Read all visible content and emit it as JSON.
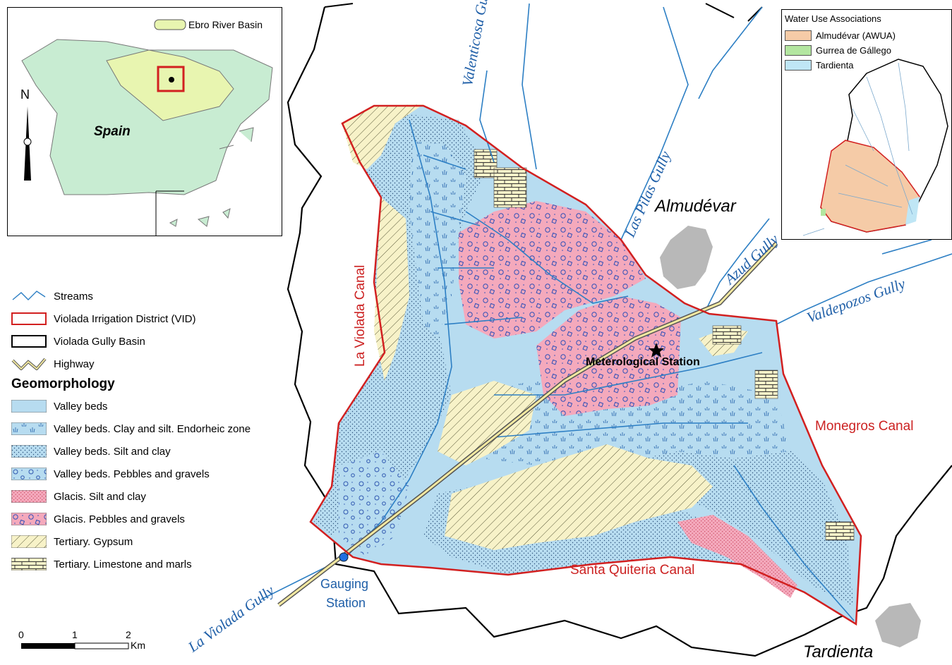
{
  "colors": {
    "valley": "#b7dcf0",
    "glacis": "#f4a9bc",
    "gypsum": "#f7f2c8",
    "district": "#d22020",
    "stream": "#2d7fc4",
    "awua": "#f5cba7",
    "gurrea": "#b3e6a0",
    "tardienta_wua": "#bfe6f5",
    "spain": "#c8ecd2",
    "ebro": "#e8f5b0",
    "urban": "#b8b8b8"
  },
  "locator": {
    "ebro_label": "Ebro River Basin",
    "spain_label": "Spain",
    "north_label": "N"
  },
  "wua": {
    "title": "Water Use Associations",
    "items": [
      "Almudévar (AWUA)",
      "Gurrea de Gállego",
      "Tardienta"
    ]
  },
  "legend": {
    "lines": [
      "Streams",
      "Violada Irrigation District (VID)",
      "Violada Gully Basin",
      "Highway"
    ],
    "geomorph_title": "Geomorphology",
    "units": [
      "Valley beds",
      "Valley beds. Clay and silt. Endorheic zone",
      "Valley beds. Silt and clay",
      "Valley beds. Pebbles and gravels",
      "Glacis. Silt and clay",
      "Glacis. Pebbles and gravels",
      "Tertiary. Gypsum",
      "Tertiary. Limestone and marls"
    ]
  },
  "scalebar": {
    "ticks": [
      "0",
      "1",
      "2"
    ],
    "unit": "Km"
  },
  "map_labels": {
    "valenticosa": "Valenticosa Gully",
    "las_pilas": "Las Pilas Gully",
    "azud": "Azud Gully",
    "valdepozos": "Valdepozos Gully",
    "la_violada_gully": "La Violada Gully",
    "la_violada_canal": "La Violada Canal",
    "monegros": "Monegros Canal",
    "santa_quiteria": "Santa Quiteria Canal",
    "almudevar": "Almudévar",
    "tardienta": "Tardienta",
    "gauging_1": "Gauging",
    "gauging_2": "Station",
    "meteo": "Meterological Station"
  }
}
